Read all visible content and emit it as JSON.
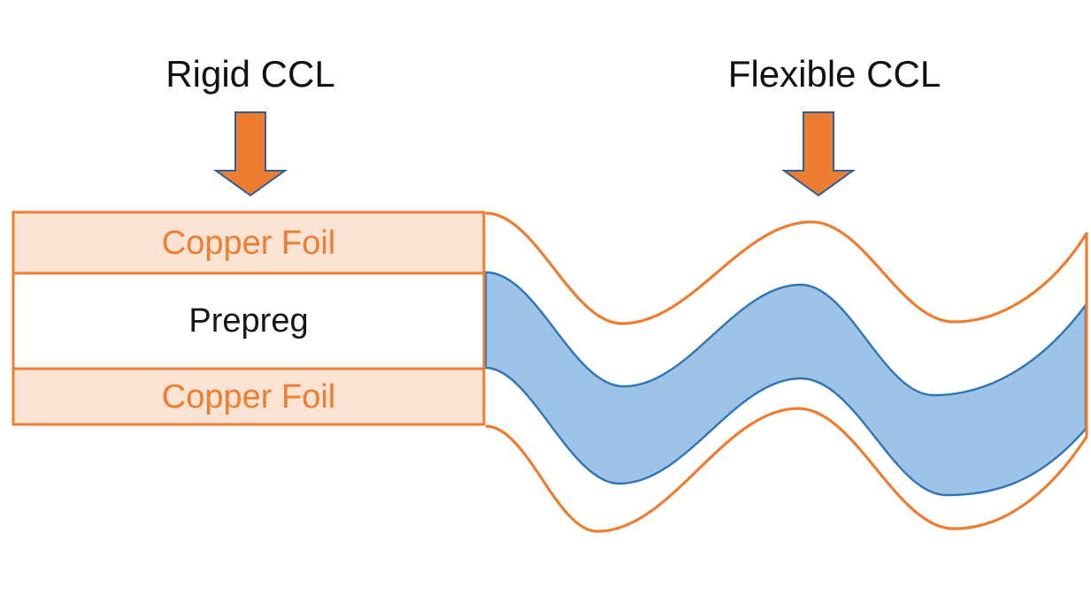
{
  "rigid": {
    "title": "Rigid CCL",
    "layers": [
      {
        "name": "top-copper-foil",
        "label": "Copper Foil"
      },
      {
        "name": "prepreg",
        "label": "Prepreg"
      },
      {
        "name": "bottom-copper-foil",
        "label": "Copper Foil"
      }
    ]
  },
  "flexible": {
    "title": "Flexible CCL"
  },
  "colors": {
    "orange": "#ED7D31",
    "copper_fill": "#FBE3D4",
    "substrate_fill": "#9DC3E6",
    "substrate_stroke": "#2E75B6",
    "arrow_fill": "#ED7D31",
    "arrow_outline": "#2E5E96",
    "title_color": "#111111",
    "background": "#FFFFFF"
  }
}
